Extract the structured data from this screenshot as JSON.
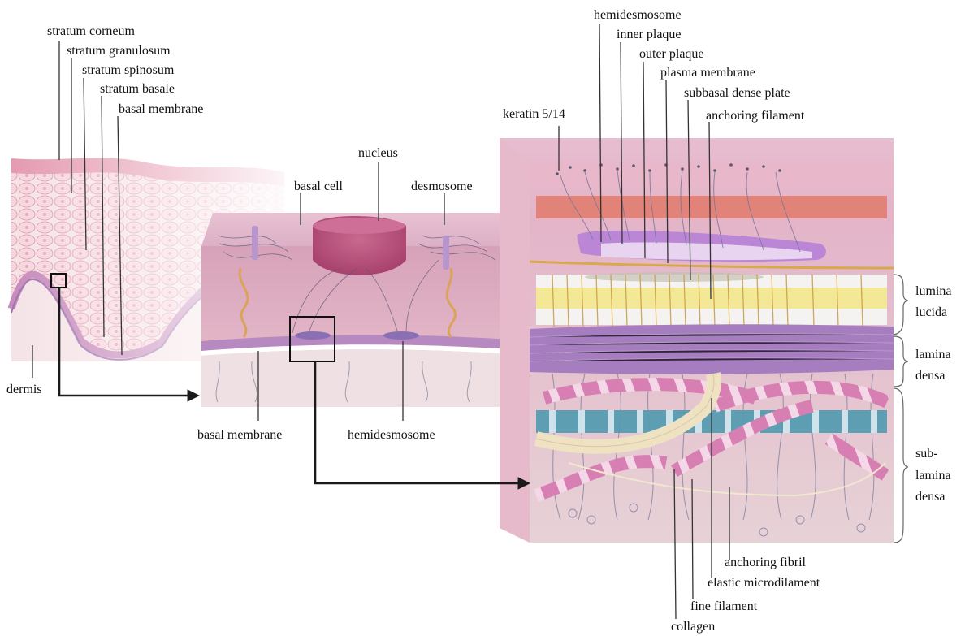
{
  "labels": {
    "stratum_corneum": "stratum corneum",
    "stratum_granulosum": "stratum granulosum",
    "stratum_spinosum": "stratum spinosum",
    "stratum_basale": "stratum basale",
    "basal_membrane_top": "basal membrane",
    "dermis": "dermis",
    "nucleus": "nucleus",
    "basal_cell": "basal cell",
    "desmosome": "desmosome",
    "basal_membrane_mid": "basal membrane",
    "hemidesmosome_mid": "hemidesmosome",
    "hemidesmosome_top": "hemidesmosome",
    "inner_plaque": "inner plaque",
    "outer_plaque": "outer plaque",
    "plasma_membrane": "plasma membrane",
    "subbasal_dense_plate": "subbasal dense plate",
    "anchoring_filament": "anchoring filament",
    "keratin": "keratin 5/14",
    "lumina_lucida_1": "lumina",
    "lumina_lucida_2": "lucida",
    "lamina_densa_1": "lamina",
    "lamina_densa_2": "densa",
    "sub_lamina_densa_1": "sub-",
    "sub_lamina_densa_2": "lamina",
    "sub_lamina_densa_3": "densa",
    "anchoring_fibril": "anchoring fibril",
    "elastic_microdilament": "elastic microdilament",
    "fine_filament": "fine filament",
    "collagen": "collagen"
  }
}
